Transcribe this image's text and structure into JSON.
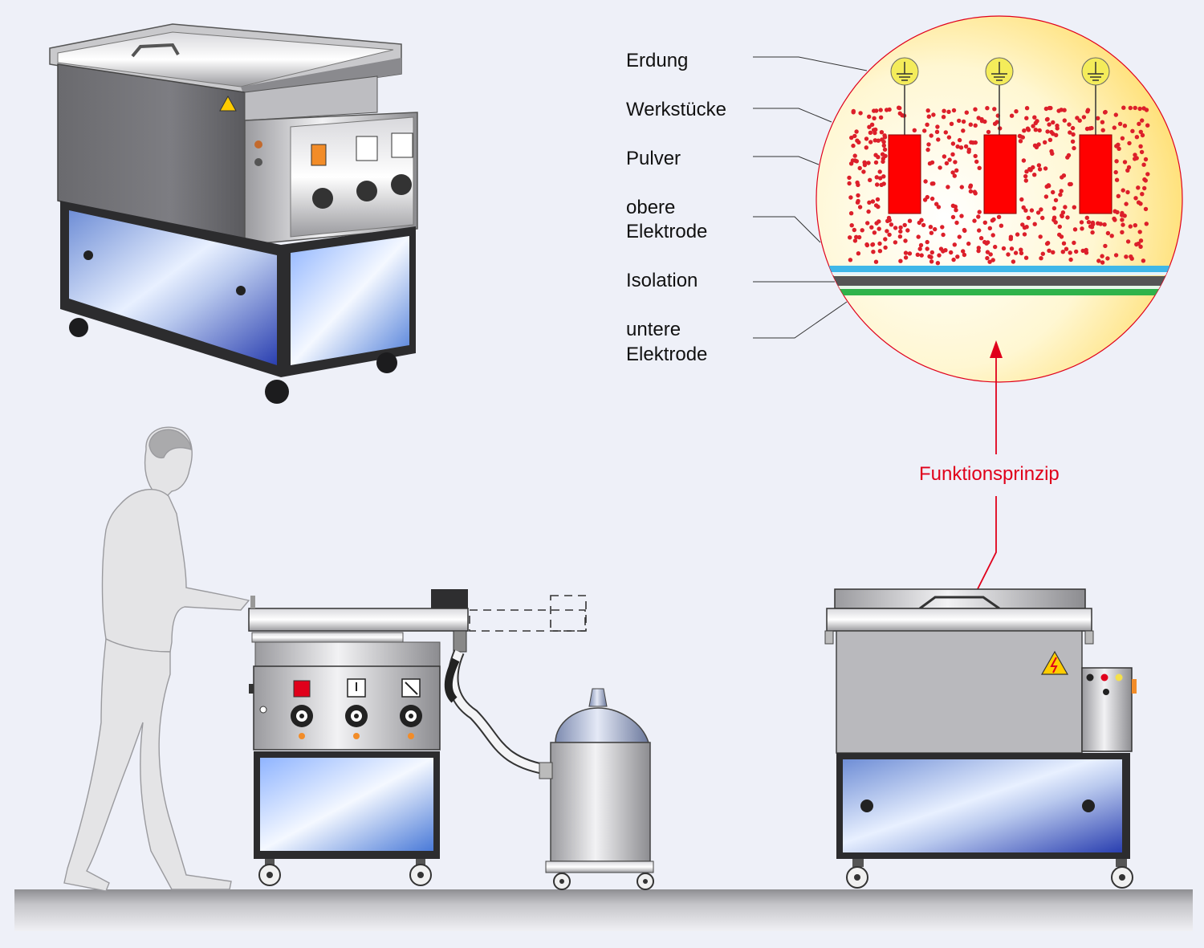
{
  "labels": {
    "ground": "Erdung",
    "workpieces": "Werkstücke",
    "powder": "Pulver",
    "upper_electrode_1": "obere",
    "upper_electrode_2": "Elektrode",
    "insulation": "Isolation",
    "lower_electrode_1": "untere",
    "lower_electrode_2": "Elektrode"
  },
  "caption": "Funktionsprinzip",
  "colors": {
    "background": "#eef0f8",
    "accent_red": "#e0001b",
    "circle_fill": "#fff7cc",
    "workpiece": "#ff0000",
    "powder_dot": "#dc1f2a",
    "insulation_blue": "#3fb7e8",
    "insulation_green": "#2fb34a",
    "ground_symbol": "#f4ec5a",
    "warning_yellow": "#ffcc00"
  },
  "icons": {
    "ground": "earth-ground-icon",
    "warning": "high-voltage-warning-icon"
  }
}
